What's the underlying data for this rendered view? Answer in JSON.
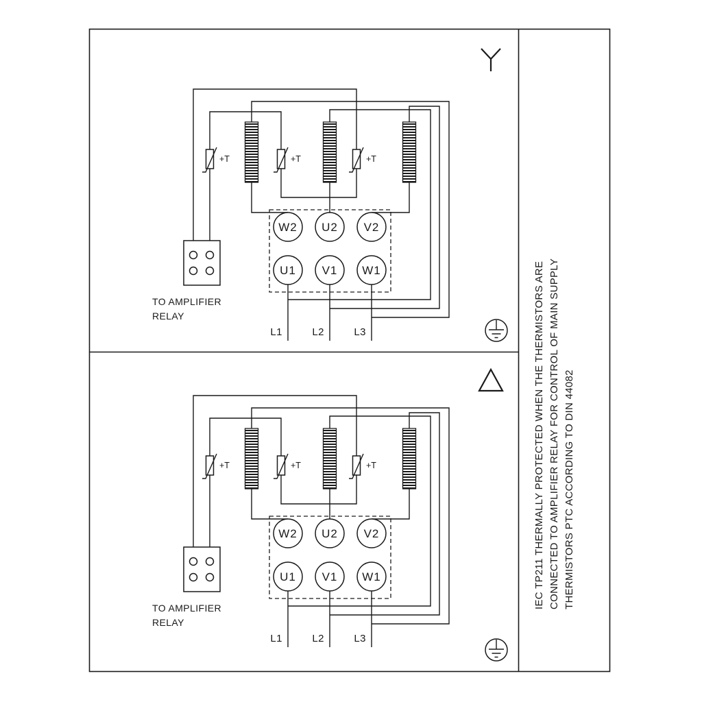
{
  "diagram": {
    "type": "motor-wiring-diagram",
    "connection_symbols": [
      "star-icon",
      "delta-icon"
    ]
  },
  "note": {
    "lines": [
      "IEC TP211 THERMALLY PROTECTED WHEN THE THERMISTORS ARE",
      "CONNECTED TO AMPLIFIER RELAY FOR CONTROL OF MAIN SUPPLY",
      "THERMISTORS PTC ACCORDING TO DIN 44082"
    ]
  },
  "panels": [
    {
      "connection": "star",
      "symbol": "star-icon",
      "terminals_top": [
        "W2",
        "U2",
        "V2"
      ],
      "terminals_bottom": [
        "U1",
        "V1",
        "W1"
      ],
      "thermistor_label": "+T",
      "relay_caption_line1": "TO AMPLIFIER",
      "relay_caption_line2": "RELAY",
      "supply_labels": [
        "L1",
        "L2",
        "L3"
      ]
    },
    {
      "connection": "delta",
      "symbol": "delta-icon",
      "terminals_top": [
        "W2",
        "U2",
        "V2"
      ],
      "terminals_bottom": [
        "U1",
        "V1",
        "W1"
      ],
      "thermistor_label": "+T",
      "relay_caption_line1": "TO AMPLIFIER",
      "relay_caption_line2": "RELAY",
      "supply_labels": [
        "L1",
        "L2",
        "L3"
      ]
    }
  ],
  "colors": {
    "line": "#1a1a1a",
    "background": "#ffffff"
  }
}
